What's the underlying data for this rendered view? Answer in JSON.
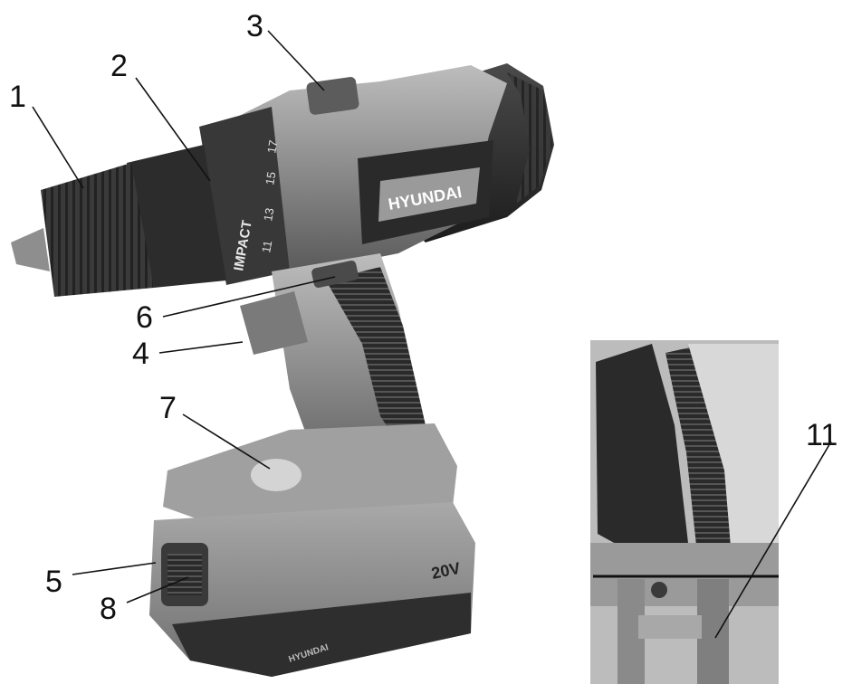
{
  "callouts": [
    {
      "id": "1",
      "label": "1"
    },
    {
      "id": "2",
      "label": "2"
    },
    {
      "id": "3",
      "label": "3"
    },
    {
      "id": "4",
      "label": "4"
    },
    {
      "id": "5",
      "label": "5"
    },
    {
      "id": "6",
      "label": "6"
    },
    {
      "id": "7",
      "label": "7"
    },
    {
      "id": "8",
      "label": "8"
    },
    {
      "id": "11",
      "label": "11"
    }
  ],
  "product_markings": {
    "brand": "HYUNDAI",
    "impact_label": "IMPACT",
    "torque_scale": [
      "11",
      "13",
      "15",
      "17"
    ],
    "battery_voltage": "20V",
    "battery_brand": "HYUNDAI"
  },
  "colors": {
    "background": "#ffffff",
    "ink": "#111111",
    "body_mid": "#8a8a8a",
    "body_dark": "#2e2e2e",
    "body_light": "#b8b8b8"
  }
}
